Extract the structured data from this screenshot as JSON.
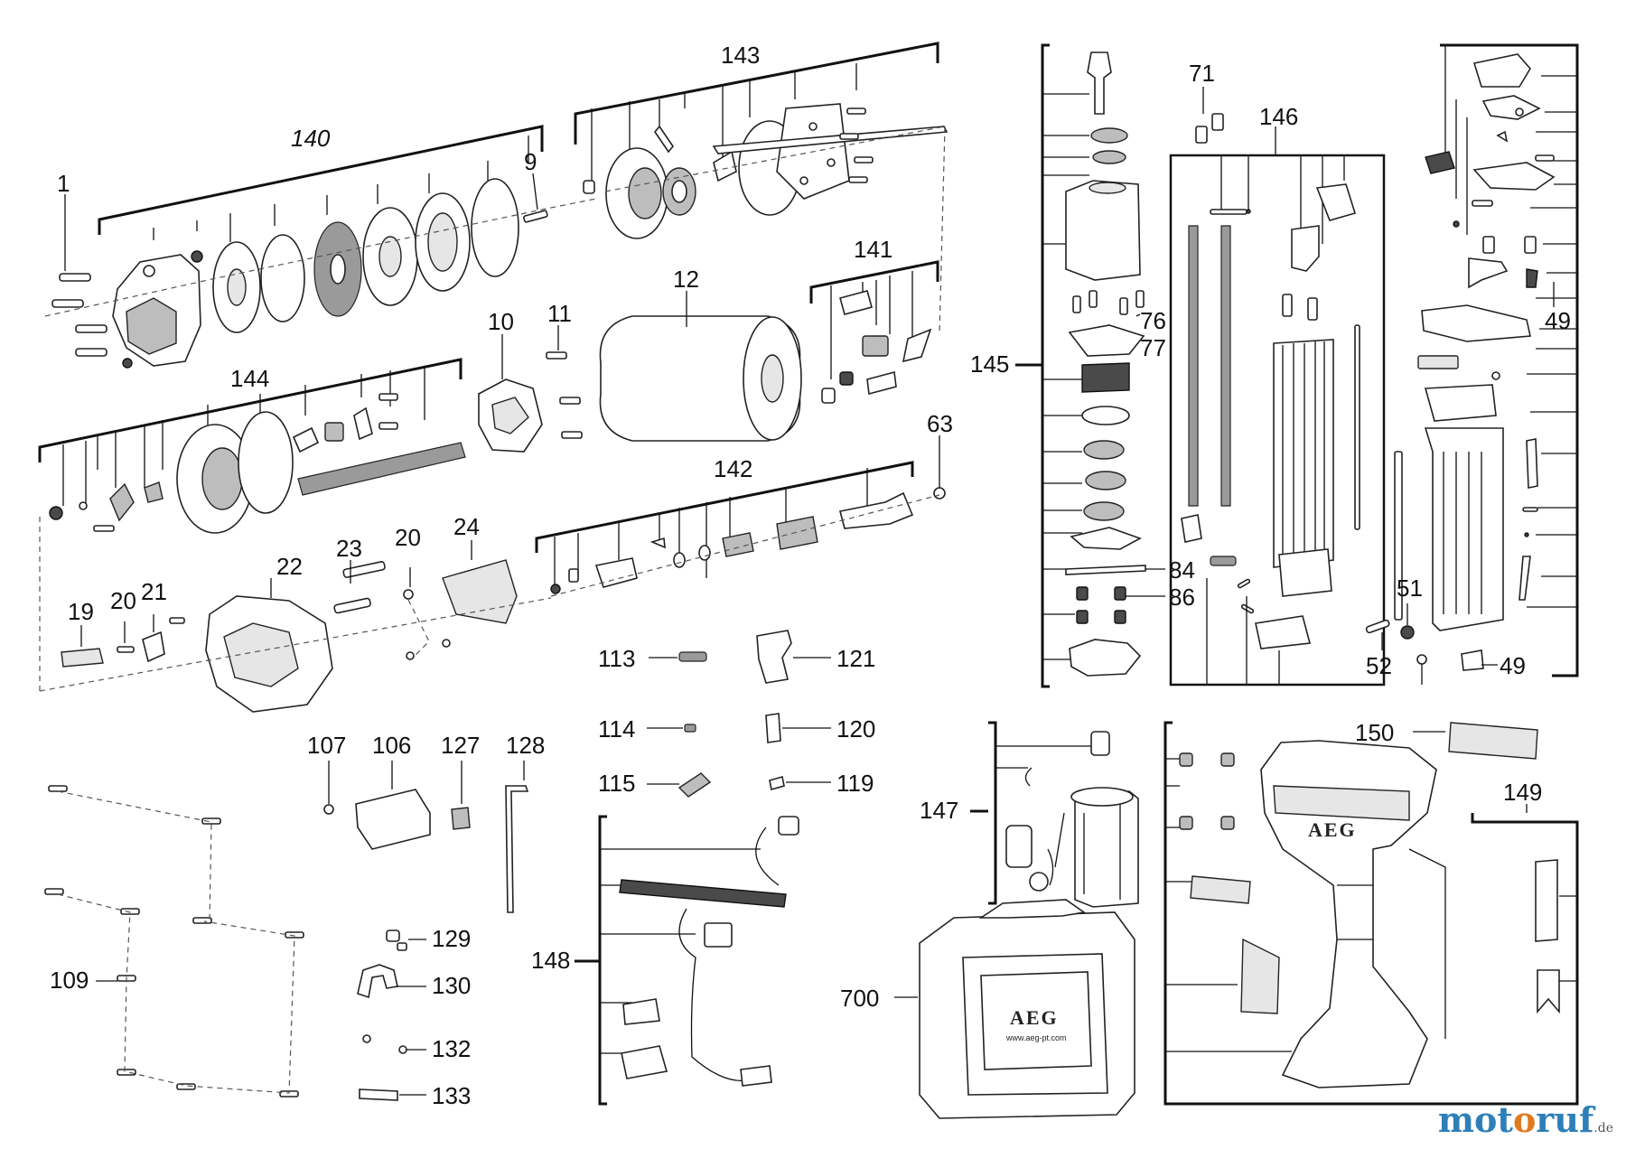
{
  "brand_text": "AEG",
  "case_url": "www.aeg-pt.com",
  "watermark": {
    "part1": "mot",
    "part2": "o",
    "part3": "ruf",
    "tld": ".de"
  },
  "labels": {
    "l1": "1",
    "l9": "9",
    "l10": "10",
    "l11": "11",
    "l12": "12",
    "l19": "19",
    "l20a": "20",
    "l20b": "20",
    "l21": "21",
    "l22": "22",
    "l23": "23",
    "l24": "24",
    "l49a": "49",
    "l49b": "49",
    "l51": "51",
    "l52": "52",
    "l63": "63",
    "l71": "71",
    "l76": "76",
    "l77": "77",
    "l84": "84",
    "l86": "86",
    "l106": "106",
    "l107": "107",
    "l109": "109",
    "l113": "113",
    "l114": "114",
    "l115": "115",
    "l119": "119",
    "l120": "120",
    "l121": "121",
    "l127": "127",
    "l128": "128",
    "l129": "129",
    "l130": "130",
    "l132": "132",
    "l133": "133",
    "l140": "140",
    "l141": "141",
    "l142": "142",
    "l143": "143",
    "l144": "144",
    "l145": "145",
    "l146": "146",
    "l147": "147",
    "l148": "148",
    "l149": "149",
    "l150": "150",
    "l700": "700"
  }
}
